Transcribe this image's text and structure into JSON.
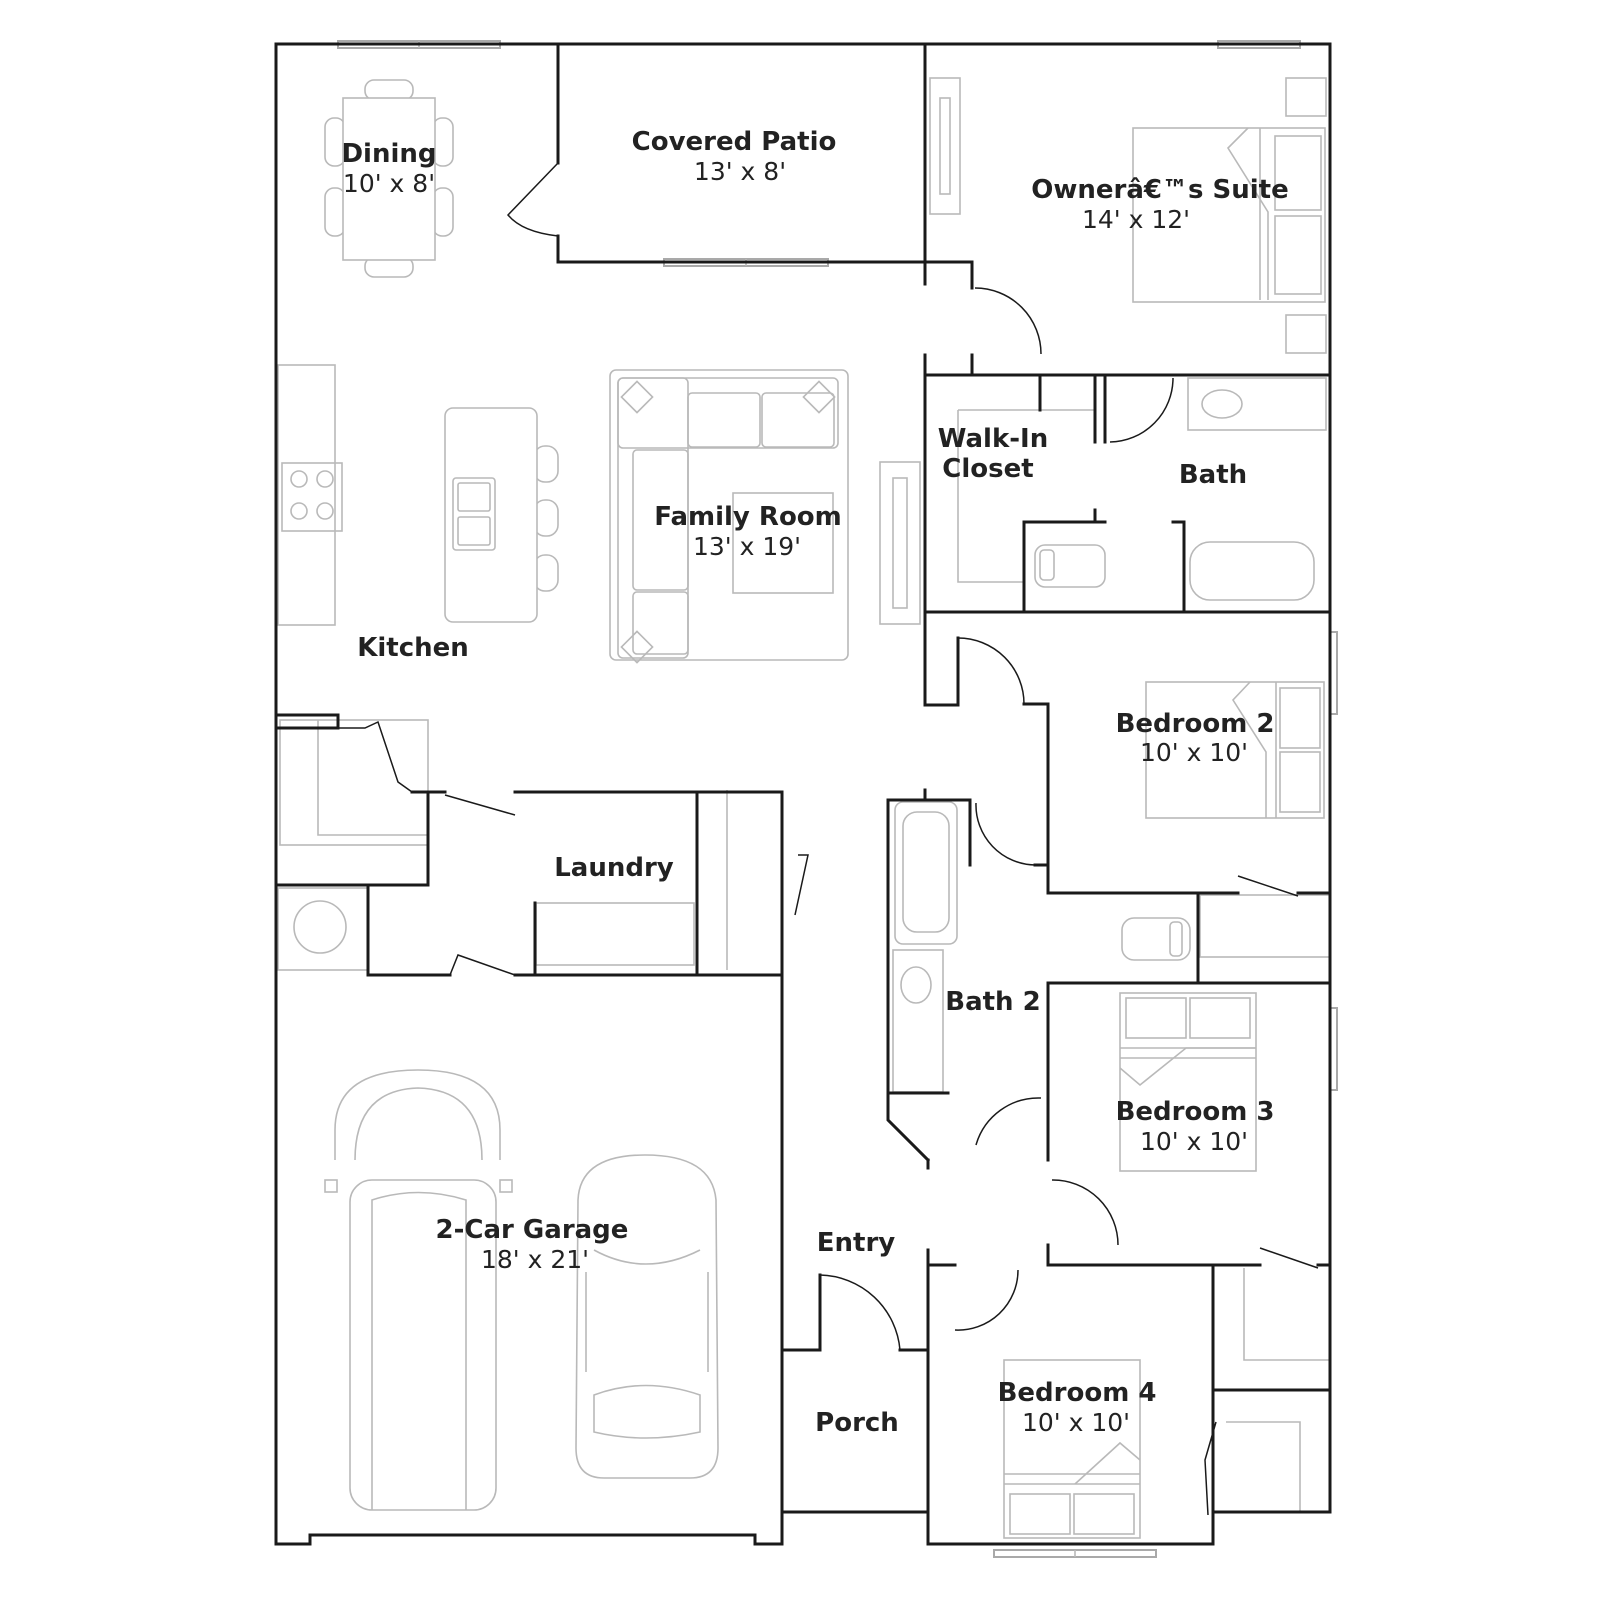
{
  "rooms": {
    "dining": {
      "name": "Dining",
      "dims": "10' x 8'"
    },
    "covered_patio": {
      "name": "Covered Patio",
      "dims": "13' x 8'"
    },
    "owners_suite": {
      "name": "Ownerâ€™s Suite",
      "dims": "14' x 12'"
    },
    "walk_in_closet": {
      "name_line1": "Walk-In",
      "name_line2": "Closet"
    },
    "bath": {
      "name": "Bath"
    },
    "family_room": {
      "name": "Family Room",
      "dims": "13' x 19'"
    },
    "kitchen": {
      "name": "Kitchen"
    },
    "bedroom_2": {
      "name": "Bedroom 2",
      "dims": "10' x 10'"
    },
    "laundry": {
      "name": "Laundry"
    },
    "bath_2": {
      "name": "Bath 2"
    },
    "bedroom_3": {
      "name": "Bedroom 3",
      "dims": "10' x 10'"
    },
    "garage": {
      "name": "2-Car Garage",
      "dims": "18' x 21'"
    },
    "entry": {
      "name": "Entry"
    },
    "porch": {
      "name": "Porch"
    },
    "bedroom_4": {
      "name": "Bedroom 4",
      "dims": "10' x 10'"
    }
  },
  "colors": {
    "wall": "#1a1a1a",
    "fixture": "#b9b9b9",
    "background": "#ffffff"
  }
}
